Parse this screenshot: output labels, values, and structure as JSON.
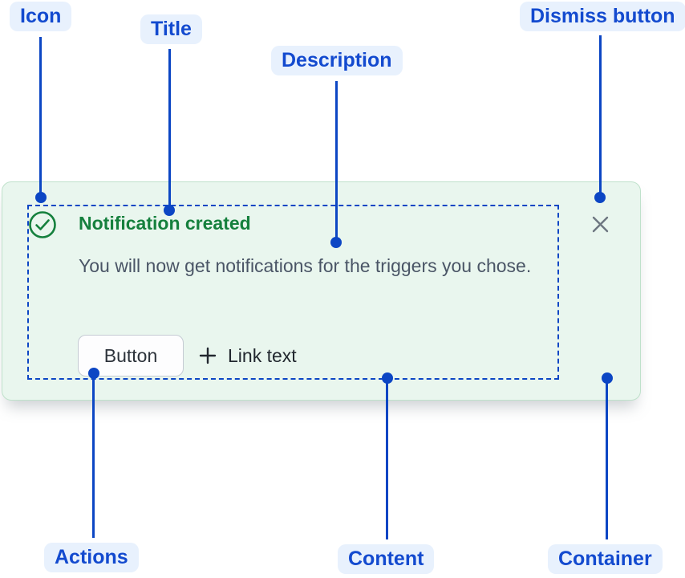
{
  "diagram": {
    "callouts": {
      "icon": "Icon",
      "title": "Title",
      "description": "Description",
      "dismiss": "Dismiss button",
      "actions": "Actions",
      "content": "Content",
      "container": "Container"
    }
  },
  "notification": {
    "title": "Notification created",
    "description": "You will now get notifications for the triggers you chose.",
    "button_label": "Button",
    "link_label": "Link text",
    "icons": {
      "status": "check-circle-icon",
      "link": "plus-icon",
      "dismiss": "close-icon"
    }
  },
  "colors": {
    "accent_blue": "#0C46C4",
    "callout_bg": "#E8F1FD",
    "callout_text": "#134ACF",
    "success_green": "#15803D",
    "card_bg": "#E9F6EE",
    "card_border": "#BFE1CB",
    "body_text": "#4A5566",
    "link_text": "#22282F",
    "dismiss_gray": "#6D7680"
  }
}
